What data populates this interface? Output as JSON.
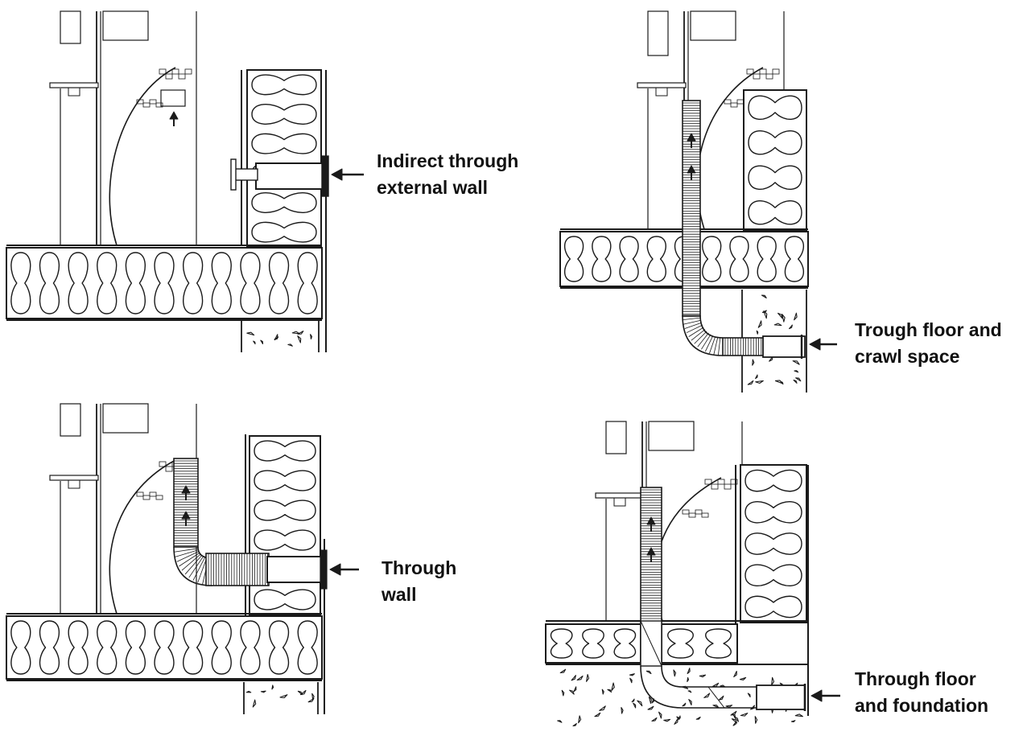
{
  "panels": [
    {
      "id": "indirect-external-wall",
      "label_lines": [
        "Indirect through",
        "external wall"
      ]
    },
    {
      "id": "floor-crawl-space",
      "label_lines": [
        "Trough floor and",
        "crawl space"
      ]
    },
    {
      "id": "through-wall",
      "label_lines": [
        "Through",
        "wall"
      ]
    },
    {
      "id": "floor-foundation",
      "label_lines": [
        "Through floor",
        "and foundation"
      ]
    }
  ],
  "colors": {
    "line": "#1a1a1a",
    "background": "#ffffff",
    "text": "#111111"
  },
  "icons": [
    "airflow-arrow-icon",
    "pointer-arrow-icon"
  ]
}
